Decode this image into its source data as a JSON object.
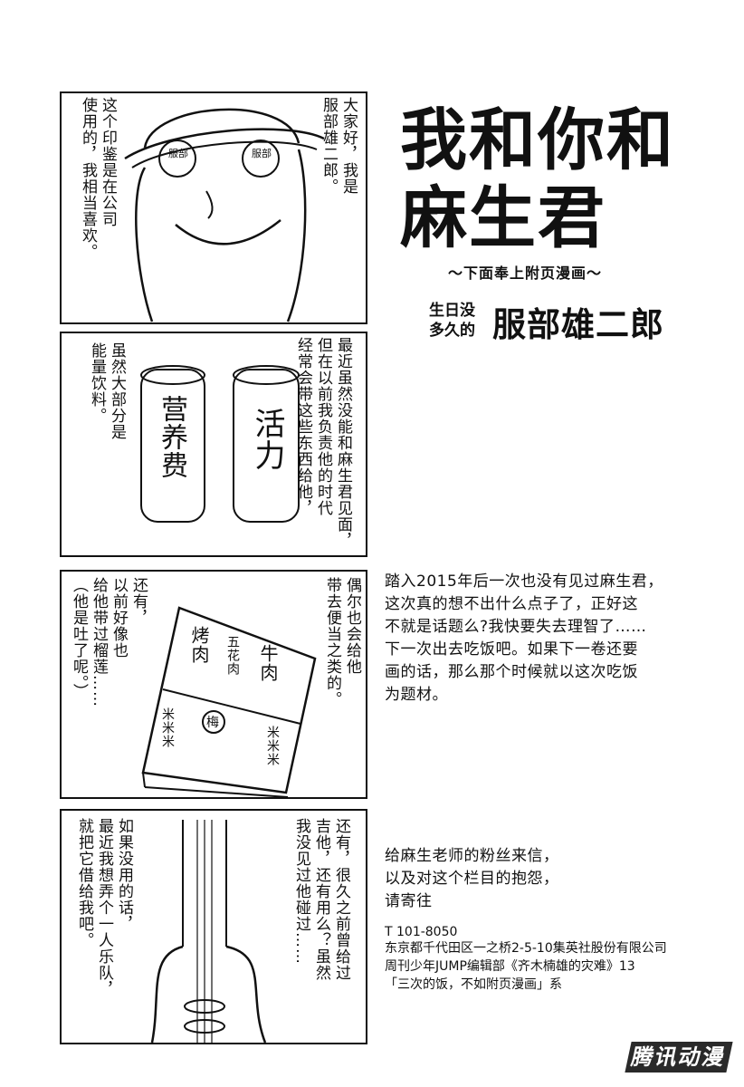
{
  "title": {
    "line1": "我和你和",
    "line2": "麻生君",
    "subtitle": "～下面奉上附页漫画～",
    "author_note": "生日没多久的",
    "author_name": "服部雄二郎"
  },
  "panel1": {
    "text_right": "大家好，我是\n服部雄二郎。",
    "text_left": "这个印鉴是在公司\n使用的，我相当喜欢。",
    "seal_label": "服部"
  },
  "panel2": {
    "text_right": "最近虽然没能和麻生君见面，\n但在以前我负责他的时代\n经常会带这些东西给他，",
    "text_left": "虽然大部分是\n能量饮料。",
    "can1_label": "活力",
    "can2_label": "营养费"
  },
  "panel3": {
    "text_right": "偶尔也会给他\n带去便当之类的。",
    "text_left": "还有，\n以前好像也\n给他带过榴莲……\n（他是吐了呢。）",
    "bento_items": [
      "烤肉",
      "五花肉",
      "牛肉"
    ],
    "bento_center": "梅",
    "rice_mark": "米米米"
  },
  "panel4": {
    "text_right": "还有，很久之前曾给过\n吉他，还有用么？虽然\n我没见过他碰过……",
    "text_left": "如果没用的话，\n最近我想弄个一人乐队，\n就把它借给我吧。"
  },
  "notes": {
    "note3": "踏入2015年后一次也没有见过麻生君，\n这次真的想不出什么点子了，正好这\n不就是话题么?我快要失去理智了……\n下一次出去吃饭吧。如果下一卷还要\n画的话，那么那个时候就以这次吃饭\n为题材。",
    "note4": "给麻生老师的粉丝来信，\n以及对这个栏目的抱怨，\n请寄往",
    "address_code": "T 101-8050",
    "address_line1": "东京都千代田区一之桥2-5-10集英社股份有限公司",
    "address_line2": "周刊少年JUMP编辑部《齐木楠雄的灾难》13",
    "address_line3": "「三次的饭，不如附页漫画」系"
  },
  "watermark": "腾讯动漫"
}
